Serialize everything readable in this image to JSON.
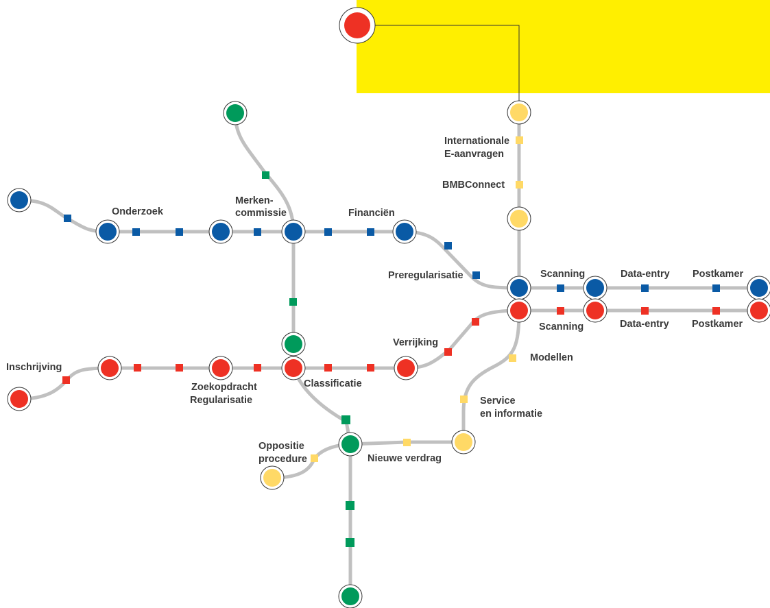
{
  "colors": {
    "blue": "#0a5aa5",
    "red": "#ee3124",
    "green": "#009a5b",
    "yellow": "#ffd966",
    "track": "#c0c0c0",
    "highlight": "#ffef00",
    "connector": "#333333",
    "label": "#3a3a3a"
  },
  "labels": {
    "onderzoek": "Onderzoek",
    "merken_1": "Merken-",
    "merken_2": "commissie",
    "financien": "Financiën",
    "preregularisatie": "Preregularisatie",
    "internationale_1": "Internationale",
    "internationale_2": "E-aanvragen",
    "bmbconnect": "BMBConnect",
    "scanning_blue": "Scanning",
    "data_entry_blue": "Data-entry",
    "postkamer_blue": "Postkamer",
    "scanning_red": "Scanning",
    "data_entry_red": "Data-entry",
    "postkamer_red": "Postkamer",
    "verrijking": "Verrijking",
    "modellen": "Modellen",
    "inschrijving": "Inschrijving",
    "zoekopdracht_1": "Zoekopdracht",
    "zoekopdracht_2": "Regularisatie",
    "classificatie": "Classificatie",
    "service_1": "Service",
    "service_2": "en informatie",
    "oppositie_1": "Oppositie",
    "oppositie_2": "procedure",
    "nieuwe_verdrag": "Nieuwe verdrag"
  }
}
